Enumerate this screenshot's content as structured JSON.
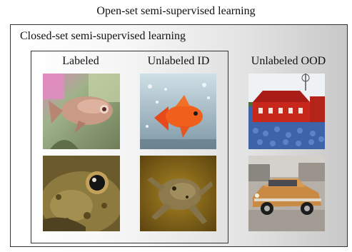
{
  "diagram": {
    "outer_title": "Open-set semi-supervised learning",
    "inner_title": "Closed-set semi-supervised learning",
    "columns": {
      "labeled": "Labeled",
      "unlabeled_id": "Unlabeled ID",
      "unlabeled_ood": "Unlabeled OOD"
    },
    "images": [
      {
        "column": "labeled",
        "row": 1,
        "subject": "fish"
      },
      {
        "column": "labeled",
        "row": 2,
        "subject": "toad"
      },
      {
        "column": "unlabeled_id",
        "row": 1,
        "subject": "goldfish"
      },
      {
        "column": "unlabeled_id",
        "row": 2,
        "subject": "frog"
      },
      {
        "column": "unlabeled_ood",
        "row": 1,
        "subject": "red-barn"
      },
      {
        "column": "unlabeled_ood",
        "row": 2,
        "subject": "car"
      }
    ]
  }
}
